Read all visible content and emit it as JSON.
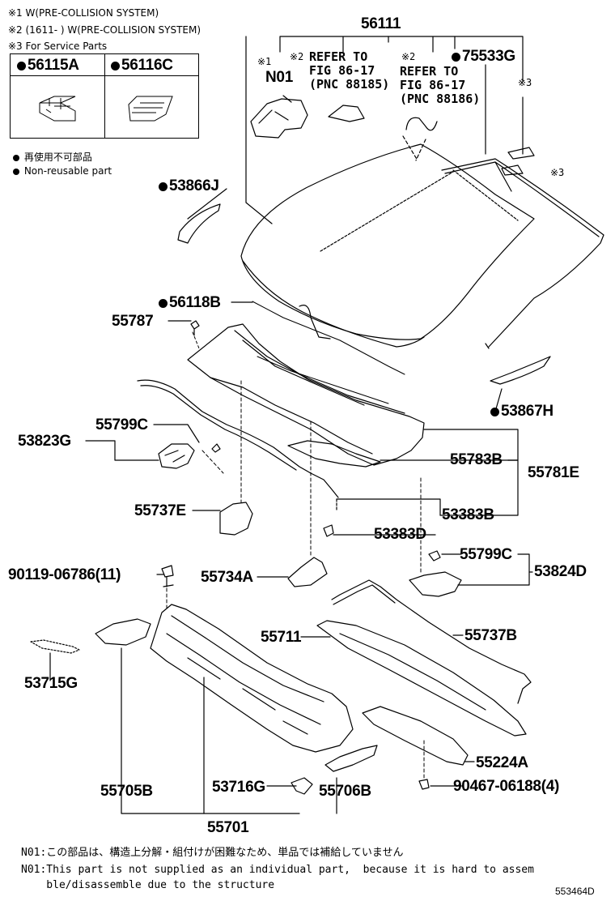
{
  "header_notes": [
    "※1 W(PRE-COLLISION SYSTEM)",
    "※2 (1611-        ) W(PRE-COLLISION SYSTEM)",
    "※3 For Service Parts"
  ],
  "service_parts": [
    "56115A",
    "56116C"
  ],
  "legend": {
    "jp": "再使用不可部品",
    "en": "Non-reusable part"
  },
  "refs": {
    "ref1": "REFER TO\nFIG 86-17\n(PNC 88185)",
    "ref2": "REFER TO\nFIG 86-17\n(PNC 88186)",
    "mark1": "※1",
    "mark2a": "※2",
    "mark2b": "※2",
    "mark3a": "※3",
    "mark3b": "※3",
    "n01": "N01"
  },
  "parts": {
    "p56111": "56111",
    "p75533G": "75533G",
    "p53866J": "53866J",
    "p56118B": "56118B",
    "p55787": "55787",
    "p53867H": "53867H",
    "p53823G": "53823G",
    "p55799C_a": "55799C",
    "p55783B": "55783B",
    "p55781E": "55781E",
    "p55737E": "55737E",
    "p53383B": "53383B",
    "p53383D": "53383D",
    "p55799C_b": "55799C",
    "p53824D": "53824D",
    "p90119": "90119-06786(11)",
    "p55734A": "55734A",
    "p55711": "55711",
    "p55737B": "55737B",
    "p53715G": "53715G",
    "p55224A": "55224A",
    "p90467": "90467-06188(4)",
    "p55705B": "55705B",
    "p53716G": "53716G",
    "p55706B": "55706B",
    "p55701": "55701"
  },
  "footnotes": {
    "jp": "N01:この部品は、構造上分解・組付けが困難なため、単品では補給していません",
    "en1": "N01:This part is not supplied as an individual part,  because it is hard to assem",
    "en2": "    ble/disassemble due to the structure"
  },
  "diagram_id": "553464D"
}
